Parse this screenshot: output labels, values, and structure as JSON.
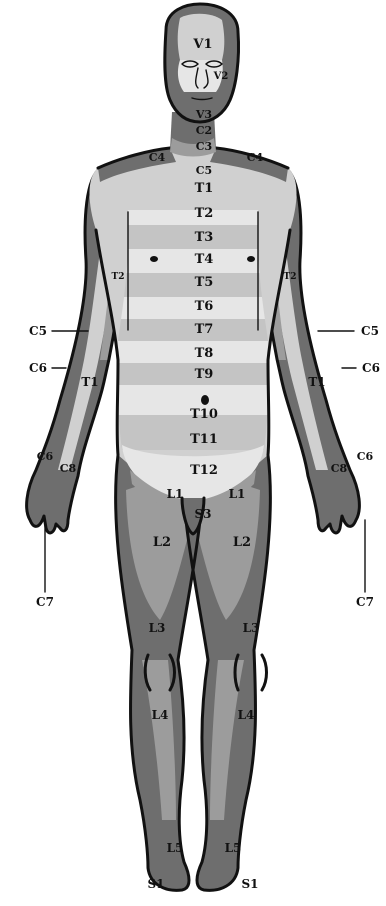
{
  "colors": {
    "dark": "#6e6e6e",
    "mid": "#9c9c9c",
    "light": "#d0d0d0",
    "pale": "#e6e6e6",
    "line": "#111111"
  },
  "labels": {
    "v1": "V1",
    "v2": "V2",
    "v3": "V3",
    "c2": "C2",
    "c3": "C3",
    "c4": "C4",
    "c5": "C5",
    "c6": "C6",
    "c7": "C7",
    "c8": "C8",
    "t1": "T1",
    "t2": "T2",
    "t3": "T3",
    "t4": "T4",
    "t5": "T5",
    "t6": "T6",
    "t7": "T7",
    "t8": "T8",
    "t9": "T9",
    "t10": "T10",
    "t11": "T11",
    "t12": "T12",
    "l1": "L1",
    "l2": "L2",
    "l3": "L3",
    "l4": "L4",
    "l5": "L5",
    "s1": "S1",
    "s3": "S3"
  }
}
